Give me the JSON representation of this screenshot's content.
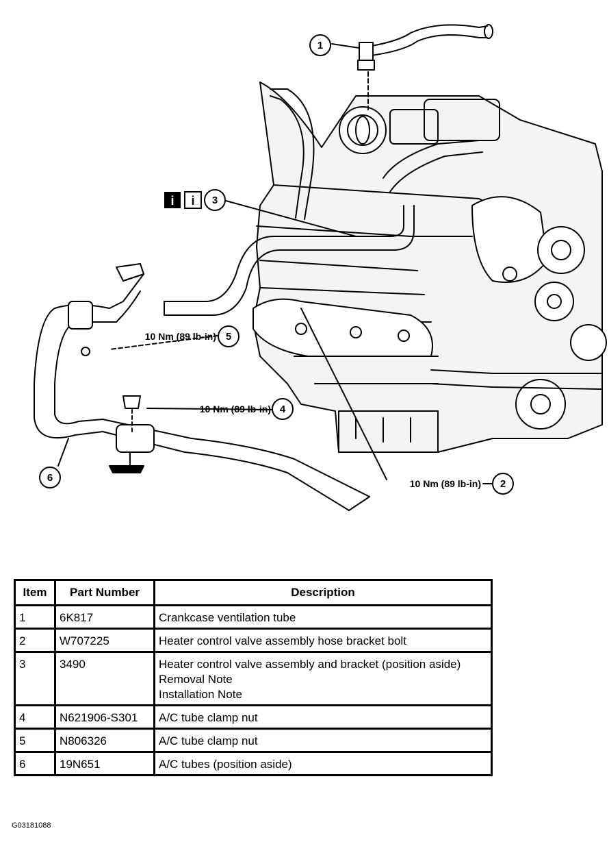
{
  "diagram": {
    "callouts": [
      {
        "num": "1",
        "label": ""
      },
      {
        "num": "2",
        "label": "10 Nm (89 lb-in)"
      },
      {
        "num": "3",
        "label": ""
      },
      {
        "num": "4",
        "label": "10 Nm (89 lb-in)"
      },
      {
        "num": "5",
        "label": "10 Nm (89 lb-in)"
      },
      {
        "num": "6",
        "label": ""
      }
    ],
    "info_icons": [
      "i",
      "i"
    ]
  },
  "table": {
    "headers": [
      "Item",
      "Part Number",
      "Description"
    ],
    "rows": [
      {
        "item": "1",
        "part": "6K817",
        "desc": "Crankcase ventilation tube",
        "notes": []
      },
      {
        "item": "2",
        "part": "W707225",
        "desc": "Heater control valve assembly hose bracket bolt",
        "notes": []
      },
      {
        "item": "3",
        "part": "3490",
        "desc": "Heater control valve assembly and bracket (position aside)",
        "notes": [
          "Removal Note",
          "Installation Note"
        ]
      },
      {
        "item": "4",
        "part": "N621906-S301",
        "desc": "A/C tube clamp nut",
        "notes": []
      },
      {
        "item": "5",
        "part": "N806326",
        "desc": "A/C tube clamp nut",
        "notes": []
      },
      {
        "item": "6",
        "part": "19N651",
        "desc": "A/C tubes (position aside)",
        "notes": []
      }
    ]
  },
  "figure_id": "G03181088"
}
